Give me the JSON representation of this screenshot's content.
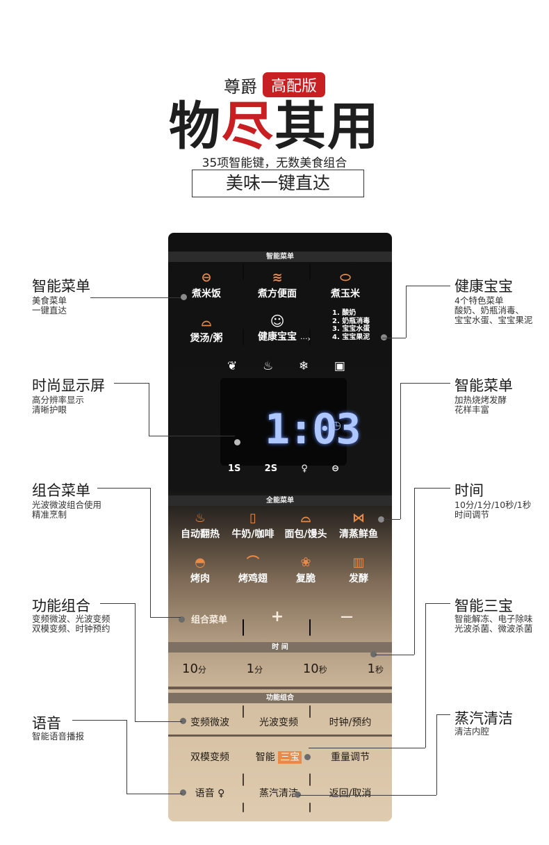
{
  "header": {
    "brand": "尊爵",
    "badge": "高配版",
    "title_a": "物",
    "title_b": "尽",
    "title_c": "其用",
    "subtitle": "35项智能键，无数美食组合",
    "tagline": "美味一键直达"
  },
  "colors": {
    "accent_red": "#c71f22",
    "icon_orange": "#e88a48",
    "display_blue": "#aec8ff"
  },
  "panel": {
    "smart_menu_caption": "智能菜单",
    "smart_menu": [
      {
        "icon": "rice-pot-icon",
        "label": "煮米饭"
      },
      {
        "icon": "noodle-icon",
        "label": "煮方便面"
      },
      {
        "icon": "corn-icon",
        "label": "煮玉米"
      },
      {
        "icon": "soup-cloche-icon",
        "label": "煲汤/粥"
      },
      {
        "icon": "baby-face-icon",
        "label": "健康宝宝"
      }
    ],
    "baby_arrow": "···›",
    "baby_list": [
      "1. 酸奶",
      "2. 奶瓶消毒",
      "3. 宝宝水蛋",
      "4. 宝宝果泥"
    ],
    "mode_icons": [
      "leaf-icon",
      "steam-hand-icon",
      "snowflake-icon",
      "oven-icon"
    ],
    "display_value": "1:03",
    "display_clock": "◷",
    "status_icons": {
      "s1": "1S",
      "s2": "2S",
      "mic": "mic-icon",
      "lock": "lock-icon"
    },
    "full_menu_caption": "全能菜单",
    "full_menu": [
      {
        "icon": "reheat-icon",
        "label": "自动翻热"
      },
      {
        "icon": "milk-cup-icon",
        "label": "牛奶/咖啡"
      },
      {
        "icon": "bread-icon",
        "label": "面包/馒头"
      },
      {
        "icon": "fish-icon",
        "label": "清蒸鲜鱼"
      },
      {
        "icon": "roast-meat-icon",
        "label": "烤肉"
      },
      {
        "icon": "chicken-wing-icon",
        "label": "烤鸡翅"
      },
      {
        "icon": "crisp-icon",
        "label": "复脆"
      },
      {
        "icon": "ferment-icon",
        "label": "发酵"
      }
    ],
    "combo_row": {
      "combo": "组合菜单",
      "plus": "+",
      "minus": "—"
    },
    "time_caption": "时 间",
    "time_buttons": [
      {
        "num": "10",
        "unit": "分"
      },
      {
        "num": "1",
        "unit": "分"
      },
      {
        "num": "10",
        "unit": "秒"
      },
      {
        "num": "1",
        "unit": "秒"
      }
    ],
    "func_caption": "功能组合",
    "func_row1": [
      "变频微波",
      "光波变频",
      "时钟/预约"
    ],
    "func_row2": {
      "dual": "双模变频",
      "smart_a": "智能",
      "smart_b": "三宝",
      "weight": "重量调节"
    },
    "func_row3": {
      "voice": "语音",
      "voice_icon": "♀",
      "steam": "蒸汽清洁",
      "back": "返回/取消"
    }
  },
  "callouts": {
    "left": [
      {
        "title": "智能菜单",
        "lines": [
          "美食菜单",
          "一键直达"
        ]
      },
      {
        "title": "时尚显示屏",
        "lines": [
          "高分辨率显示",
          "清晰护眼"
        ]
      },
      {
        "title": "组合菜单",
        "lines": [
          "光波微波组合使用",
          "精准烹制"
        ]
      },
      {
        "title": "功能组合",
        "lines": [
          "变频微波、光波变频",
          "双模变频、时钟预约"
        ]
      },
      {
        "title": "语音",
        "lines": [
          "智能语音播报"
        ]
      }
    ],
    "right": [
      {
        "title": "健康宝宝",
        "lines": [
          "4个特色菜单",
          "酸奶、奶瓶消毒、",
          "宝宝水蛋、宝宝果泥"
        ]
      },
      {
        "title": "智能菜单",
        "lines": [
          "加热烧烤发酵",
          "花样丰富"
        ]
      },
      {
        "title": "时间",
        "lines": [
          "10分/1分/10秒/1秒",
          "时间调节"
        ]
      },
      {
        "title": "智能三宝",
        "lines": [
          "智能解冻、电子除味",
          "光波杀菌、微波杀菌"
        ]
      },
      {
        "title": "蒸汽清洁",
        "lines": [
          "清洁内腔"
        ]
      }
    ]
  }
}
